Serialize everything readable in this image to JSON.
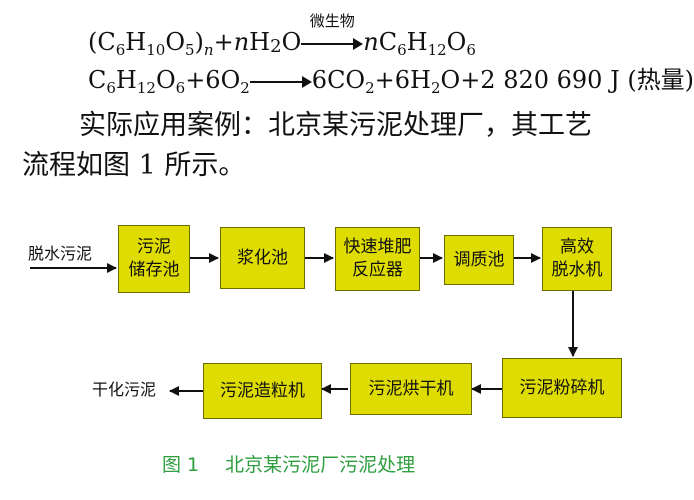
{
  "equations": {
    "eq1": {
      "left_open": "(C",
      "left_h_sub": "6",
      "left_h": "H",
      "left_h_sub2": "10",
      "left_o": "O",
      "left_o_sub": "5",
      "left_close": ")",
      "left_n": "n",
      "plus": "+",
      "n_coef": "n",
      "water": "H",
      "water_sub": "2",
      "water_o": "O",
      "condition": "微生物",
      "right_n": "n",
      "right_c": "C",
      "right_c_sub": "6",
      "right_h": "H",
      "right_h_sub": "12",
      "right_o": "O",
      "right_o_sub": "6"
    },
    "eq2": {
      "glucose_c": "C",
      "glucose_c_sub": "6",
      "glucose_h": "H",
      "glucose_h_sub": "12",
      "glucose_o": "O",
      "glucose_o_sub": "6",
      "plus_o2": "+6O",
      "o2_sub": "2",
      "co2": "6CO",
      "co2_sub": "2",
      "plus_h2o": "+6H",
      "h2o_sub": "2",
      "tail": "O+2 820 690 J (热量)"
    }
  },
  "paragraph": {
    "line1": "实际应用案例：北京某污泥处理厂，其工艺",
    "line2": "流程如图 1 所示。"
  },
  "diagram": {
    "input_label": "脱水污泥",
    "output_label": "干化污泥",
    "boxes": {
      "storage": "污泥\n储存池",
      "slurry": "浆化池",
      "reactor": "快速堆肥\n反应器",
      "conditioning": "调质池",
      "dewatering": "高效\n脱水机",
      "crusher": "污泥粉碎机",
      "dryer": "污泥烘干机",
      "granulator": "污泥造粒机"
    },
    "colors": {
      "box_fill": "#dedc00",
      "box_border": "#6d6d00",
      "caption": "#2e9e3e"
    }
  },
  "caption": {
    "figure_no": "图 1",
    "title": "北京某污泥厂污泥处理"
  }
}
